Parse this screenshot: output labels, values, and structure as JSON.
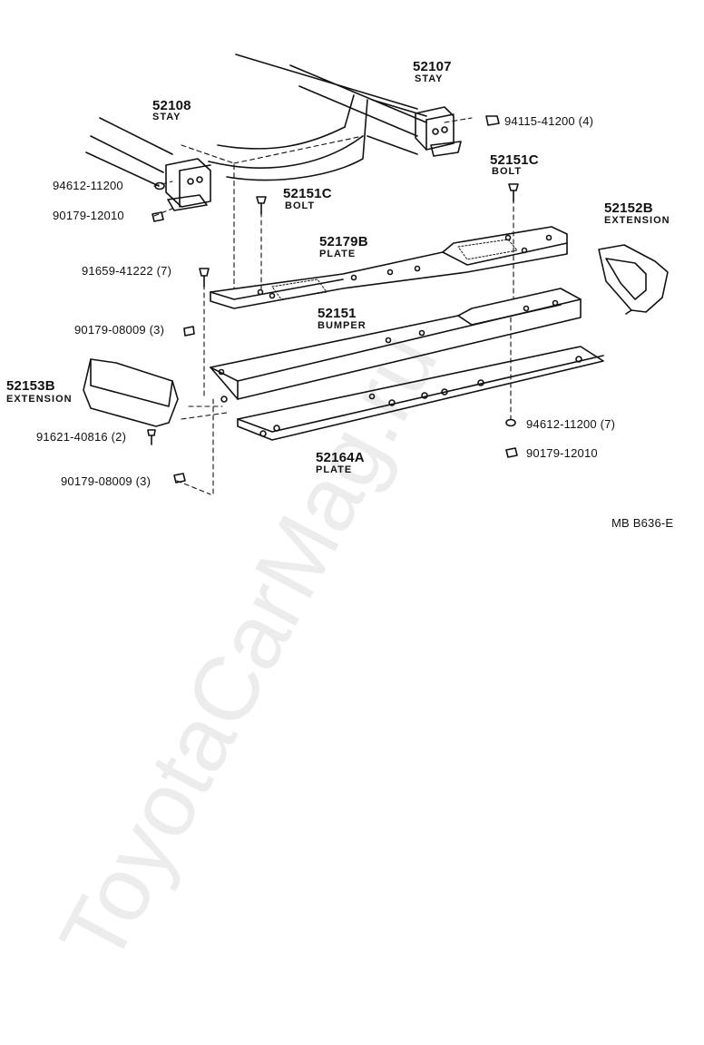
{
  "diagram": {
    "colors": {
      "line": "#111111",
      "watermark": "#c8c8c8"
    },
    "watermark": "ToyotaCarMag.ru",
    "figure_code": "MB  B636-E",
    "parts": [
      {
        "id": "stay-52107",
        "number": "52107",
        "name": "STAY"
      },
      {
        "id": "stay-52108",
        "number": "52108",
        "name": "STAY"
      },
      {
        "id": "bolt-52151c-a",
        "number": "52151C",
        "name": "BOLT"
      },
      {
        "id": "bolt-52151c-b",
        "number": "52151C",
        "name": "BOLT"
      },
      {
        "id": "plate-52179b",
        "number": "52179B",
        "name": "PLATE"
      },
      {
        "id": "extension-52152b",
        "number": "52152B",
        "name": "EXTENSION"
      },
      {
        "id": "bumper-52151",
        "number": "52151",
        "name": "BUMPER"
      },
      {
        "id": "extension-52153b",
        "number": "52153B",
        "name": "EXTENSION"
      },
      {
        "id": "plate-52164a",
        "number": "52164A",
        "name": "PLATE"
      }
    ],
    "fasteners": [
      {
        "id": "f1",
        "label": "94115-41200 (4)"
      },
      {
        "id": "f2",
        "label": "94612-11200"
      },
      {
        "id": "f3",
        "label": "90179-12010"
      },
      {
        "id": "f4",
        "label": "91659-41222 (7)"
      },
      {
        "id": "f5",
        "label": "90179-08009 (3)"
      },
      {
        "id": "f6",
        "label": "91621-40816 (2)"
      },
      {
        "id": "f7",
        "label": "90179-08009 (3)"
      },
      {
        "id": "f8",
        "label": "94612-11200 (7)"
      },
      {
        "id": "f9",
        "label": "90179-12010"
      }
    ]
  }
}
